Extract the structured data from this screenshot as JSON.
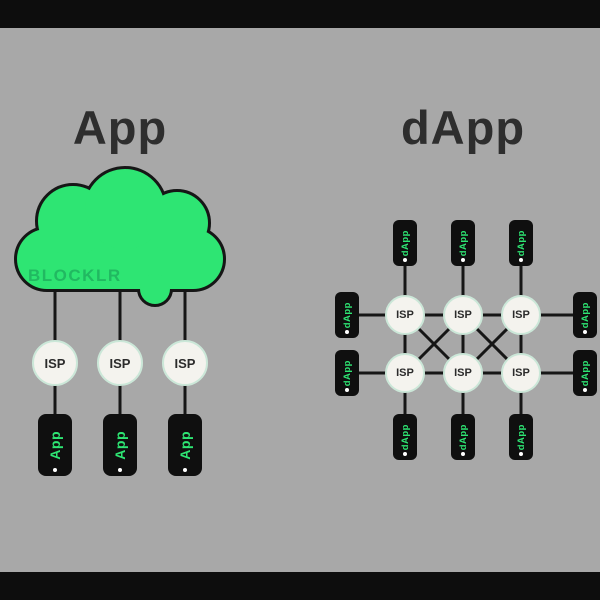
{
  "titles": {
    "left": "App",
    "right": "dApp"
  },
  "left_diagram": {
    "cloud_watermark": "BLOCKLR",
    "isp_label": "ISP",
    "phone_label": "App"
  },
  "right_diagram": {
    "isp_label": "ISP",
    "phone_label": "dApp"
  },
  "colors": {
    "background": "#a8a8a8",
    "frame_bars": "#0d0d0d",
    "cloud_green": "#2ee573",
    "outline": "#161616",
    "isp_fill": "#f4f3ee",
    "isp_border": "#cbe7d8",
    "phone_body": "#0f0f0f",
    "phone_text_green": "#2ee573",
    "title_text": "#2e2e2e",
    "watermark_green": "#1ca75a"
  }
}
